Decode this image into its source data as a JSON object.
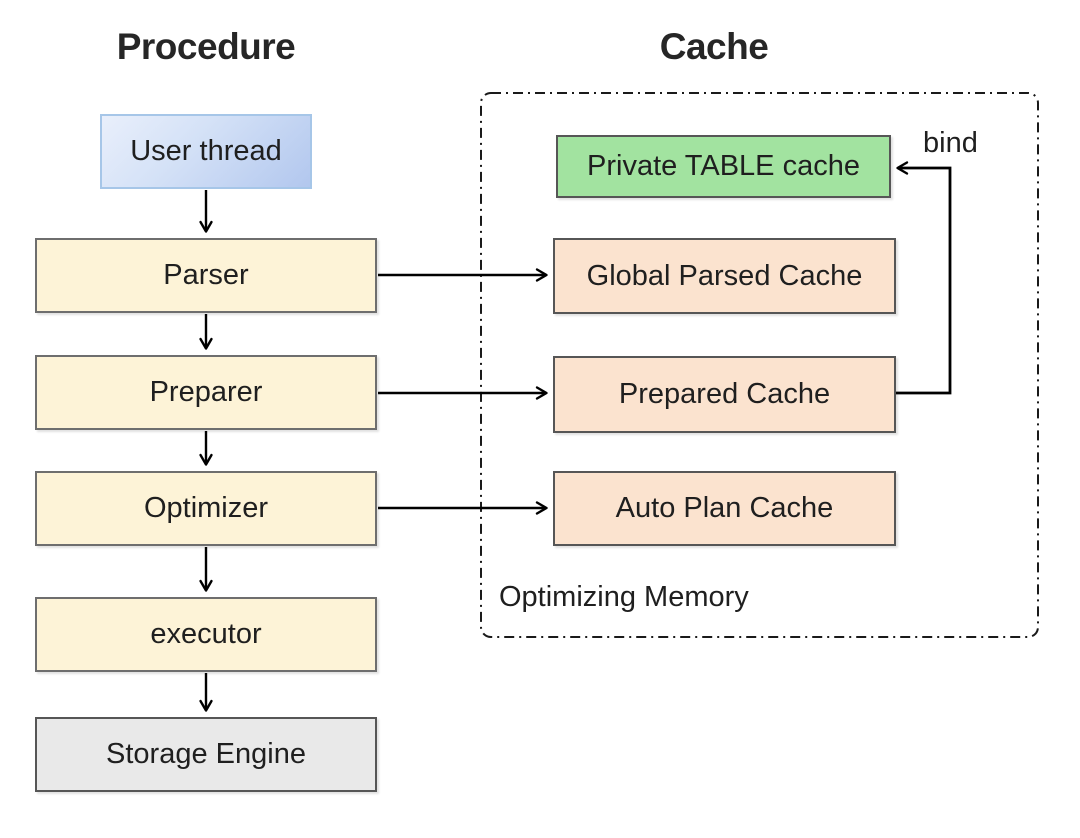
{
  "titles": {
    "procedure": "Procedure",
    "cache": "Cache"
  },
  "procedure_flow": {
    "nodes": [
      {
        "id": "user-thread",
        "label": "User thread",
        "fill": "blue-gradient"
      },
      {
        "id": "parser",
        "label": "Parser",
        "fill": "cream"
      },
      {
        "id": "preparer",
        "label": "Preparer",
        "fill": "cream"
      },
      {
        "id": "optimizer",
        "label": "Optimizer",
        "fill": "cream"
      },
      {
        "id": "executor",
        "label": "executor",
        "fill": "cream"
      },
      {
        "id": "storage-engine",
        "label": "Storage Engine",
        "fill": "gray"
      }
    ]
  },
  "cache_region": {
    "region_label": "Optimizing Memory",
    "bind_label": "bind",
    "nodes": [
      {
        "id": "private-table-cache",
        "label": "Private TABLE cache",
        "fill": "green"
      },
      {
        "id": "global-parsed-cache",
        "label": "Global Parsed Cache",
        "fill": "peach"
      },
      {
        "id": "prepared-cache",
        "label": "Prepared Cache",
        "fill": "peach"
      },
      {
        "id": "auto-plan-cache",
        "label": "Auto Plan Cache",
        "fill": "peach"
      }
    ]
  },
  "edges": [
    {
      "from": "user-thread",
      "to": "parser"
    },
    {
      "from": "parser",
      "to": "preparer"
    },
    {
      "from": "preparer",
      "to": "optimizer"
    },
    {
      "from": "optimizer",
      "to": "executor"
    },
    {
      "from": "executor",
      "to": "storage-engine"
    },
    {
      "from": "parser",
      "to": "global-parsed-cache"
    },
    {
      "from": "preparer",
      "to": "prepared-cache"
    },
    {
      "from": "optimizer",
      "to": "auto-plan-cache"
    },
    {
      "from": "prepared-cache",
      "to": "private-table-cache",
      "label": "bind"
    }
  ],
  "colors": {
    "cream": "#fdf3d7",
    "peach": "#fbe3cf",
    "green": "#a2e3a0",
    "gray": "#e9e9e9",
    "blue_top": "#e9effb",
    "blue_bottom": "#b2c7ee",
    "blue_border": "#a6c6e8",
    "node_border": "#5f5f5f",
    "arrow": "#000000",
    "text": "#1f1f1f"
  }
}
